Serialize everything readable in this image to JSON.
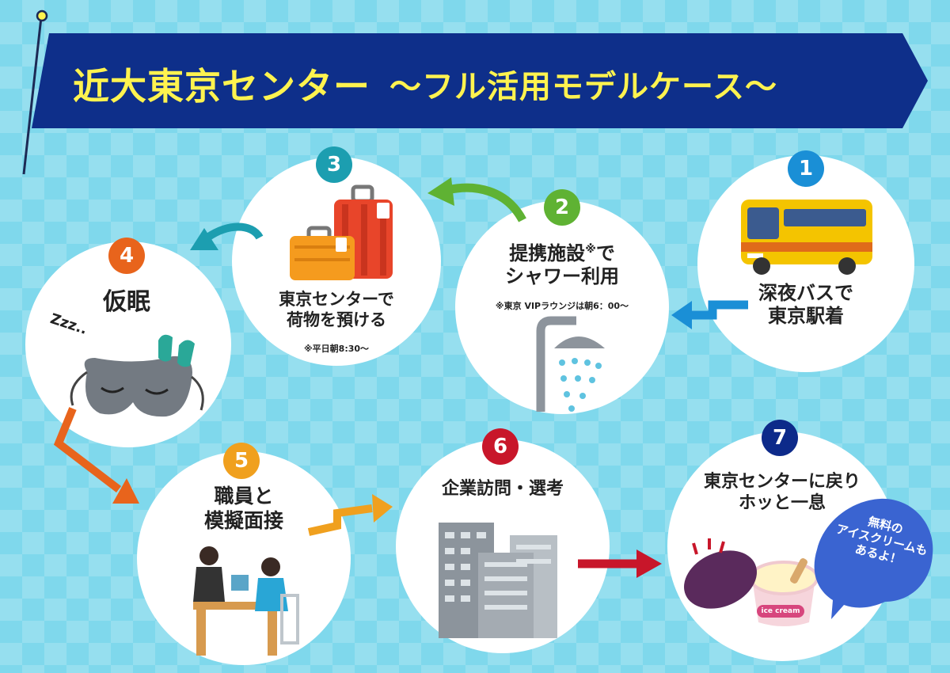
{
  "header": {
    "title": "近大東京センター",
    "subtitle": "～フル活用モデルケース～"
  },
  "steps": [
    {
      "number": "1",
      "title_line1": "深夜バスで",
      "title_line2": "東京駅着",
      "note": ""
    },
    {
      "number": "2",
      "title_line1": "提携施設",
      "title_mark": "※",
      "title_suffix": "で",
      "title_line2": "シャワー利用",
      "note": "※東京 VIPラウンジは朝6：00～"
    },
    {
      "number": "3",
      "title_line1": "東京センターで",
      "title_line2": "荷物を預ける",
      "note": "※平日朝8:30～"
    },
    {
      "number": "4",
      "title_line1": "仮眠",
      "title_line2": "",
      "note": ""
    },
    {
      "number": "5",
      "title_line1": "職員と",
      "title_line2": "模擬面接",
      "note": ""
    },
    {
      "number": "6",
      "title_line1": "企業訪問・選考",
      "title_line2": "",
      "note": ""
    },
    {
      "number": "7",
      "title_line1": "東京センターに戻り",
      "title_line2": "ホッと一息",
      "note": ""
    }
  ],
  "illustrations": {
    "sleep_text": "Zzz..",
    "icecream_label": "ice cream"
  },
  "speech_bubble": {
    "line1": "無料の",
    "line2": "アイスクリームも",
    "line3": "あるよ！"
  },
  "colors": {
    "background": "#7fd8ec",
    "banner": "#0e2f8a",
    "title_yellow": "#fff34f",
    "step1": "#1a8fd6",
    "step2": "#5fb233",
    "step3": "#1c9eb0",
    "step4": "#e8641c",
    "step5": "#f0a01e",
    "step6": "#c8162a",
    "step7": "#0d2a8a"
  }
}
